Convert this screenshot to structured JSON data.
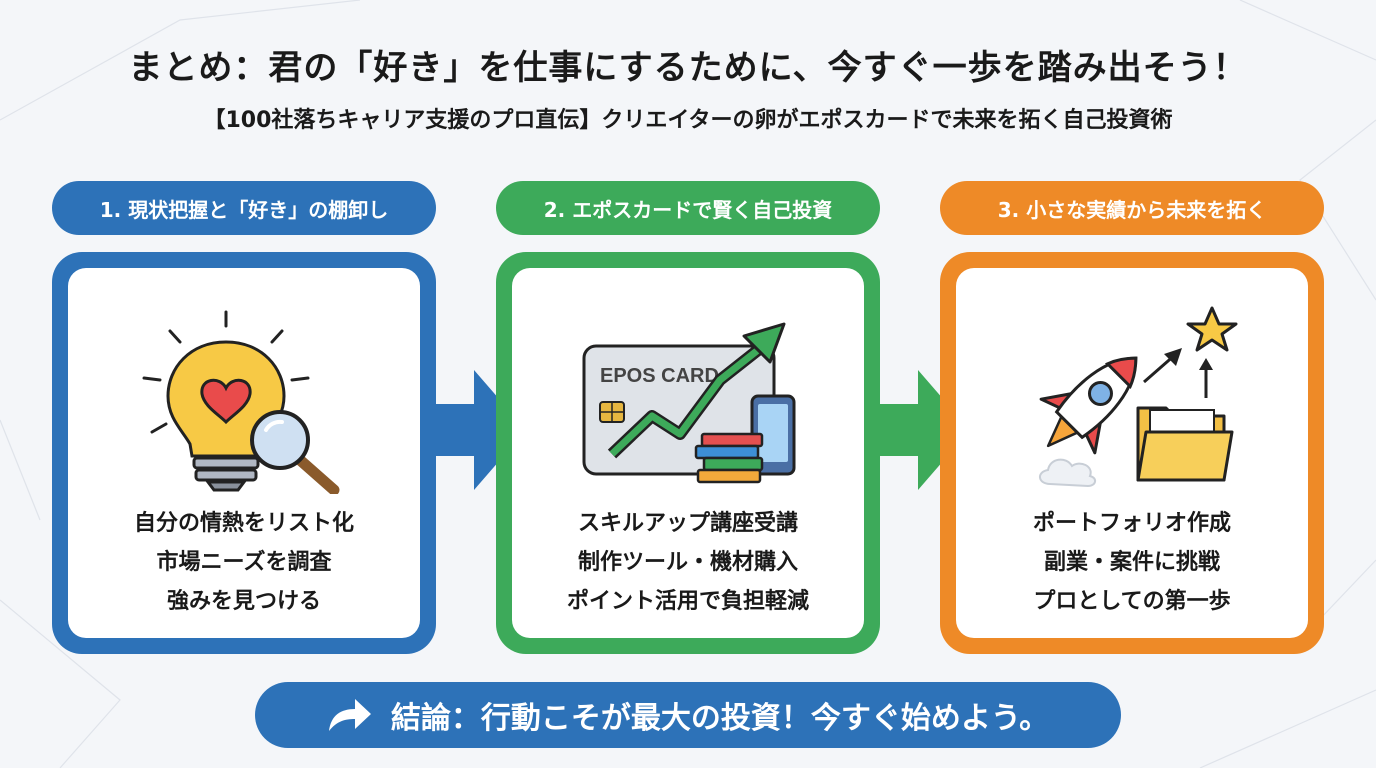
{
  "title": "まとめ：君の「好き」を仕事にするために、今すぐ一歩を踏み出そう！",
  "subtitle": "【100社落ちキャリア支援のプロ直伝】クリエイターの卵がエポスカードで未来を拓く自己投資術",
  "colors": {
    "blue": "#2d72b8",
    "green": "#3daa5a",
    "orange": "#ee8a27"
  },
  "steps": [
    {
      "label": "1. 現状把握と「好き」の棚卸し",
      "icon": "lightbulb-heart-magnifier-icon",
      "items": [
        "自分の情熱をリスト化",
        "市場ニーズを調査",
        "強みを見つける"
      ]
    },
    {
      "label": "2. エポスカードで賢く自己投資",
      "icon": "card-growth-books-tablet-icon",
      "card_text": "EPOS CARD",
      "items": [
        "スキルアップ講座受講",
        "制作ツール・機材購入",
        "ポイント活用で負担軽減"
      ]
    },
    {
      "label": "3. 小さな実績から未来を拓く",
      "icon": "rocket-star-folder-icon",
      "items": [
        "ポートフォリオ作成",
        "副業・案件に挑戦",
        "プロとしての第一歩"
      ]
    }
  ],
  "conclusion": "結論：行動こそが最大の投資！今すぐ始めよう。"
}
